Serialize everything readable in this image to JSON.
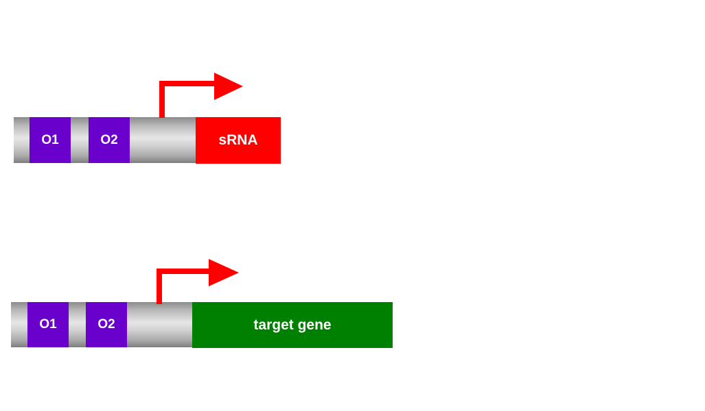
{
  "constructs": [
    {
      "id": "srna-construct",
      "operators": [
        {
          "label": "O1"
        },
        {
          "label": "O2"
        }
      ],
      "gene": {
        "label": "sRNA",
        "color": "#ff0000"
      },
      "promoter_arrow_color": "#ff0000"
    },
    {
      "id": "target-construct",
      "operators": [
        {
          "label": "O1"
        },
        {
          "label": "O2"
        }
      ],
      "gene": {
        "label": "target gene",
        "color": "#008000"
      },
      "promoter_arrow_color": "#ff0000"
    }
  ],
  "colors": {
    "operator": "#6a00cc",
    "backbone": "#c0c0c0",
    "arrow": "#ff0000"
  }
}
